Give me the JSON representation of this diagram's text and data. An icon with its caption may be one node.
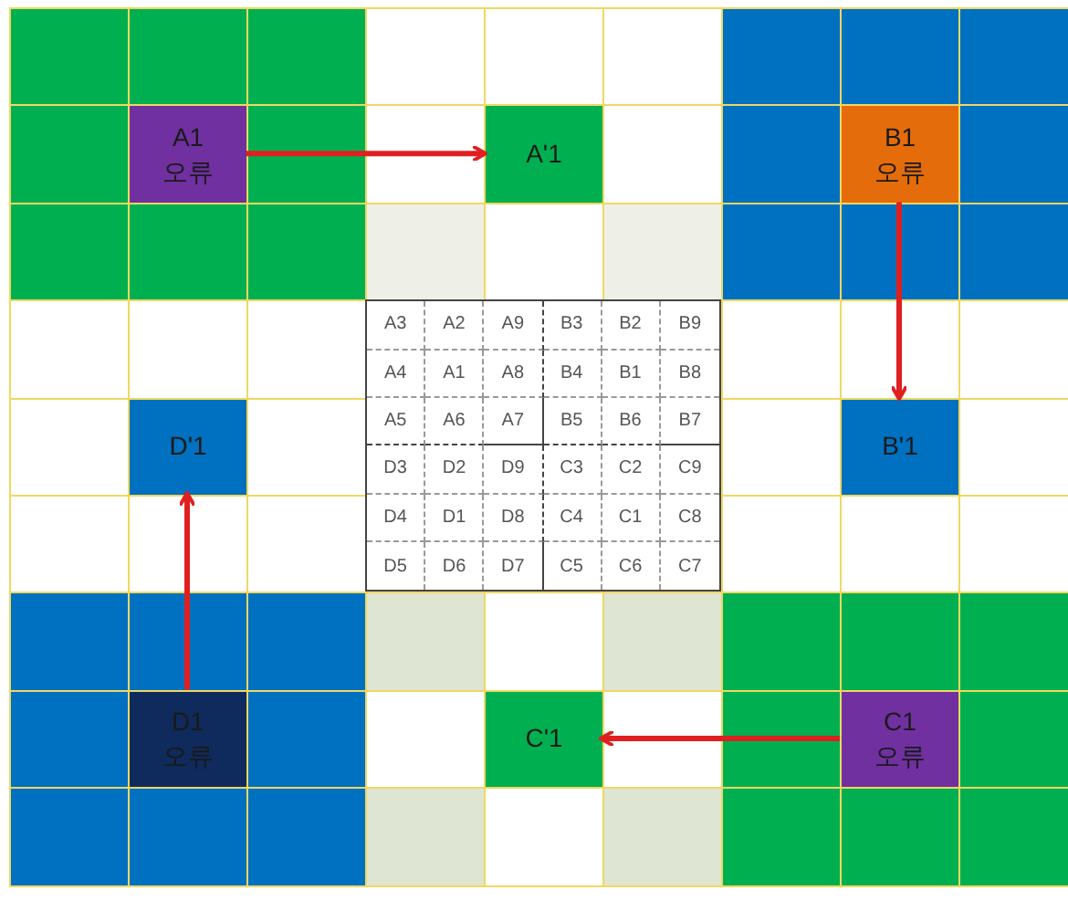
{
  "diagram": {
    "nodes": [
      {
        "text": [
          "A1 오류"
        ]
      },
      {
        "text": [
          "A'1"
        ]
      },
      {
        "text": [
          "B1 오류"
        ]
      },
      {
        "text": [
          "B'1"
        ]
      },
      {
        "text": [
          "D'1"
        ]
      },
      {
        "text": [
          "D1 오류"
        ]
      },
      {
        "text": [
          "C'1"
        ]
      },
      {
        "text": [
          "C1 오류"
        ]
      }
    ],
    "edges": [
      {
        "from": 0,
        "to": 1,
        "arrow": "to"
      },
      {
        "from": 2,
        "to": 3,
        "arrow": "to"
      },
      {
        "from": 5,
        "to": 4,
        "arrow": "to"
      },
      {
        "from": 7,
        "to": 6,
        "arrow": "to"
      }
    ],
    "labels": [
      "A3",
      "A2",
      "A9",
      "B3",
      "B2",
      "B9",
      "A4",
      "A1",
      "A8",
      "B4",
      "B1",
      "B8",
      "A5",
      "A6",
      "A7",
      "B5",
      "B6",
      "B7",
      "D3",
      "D2",
      "D9",
      "C3",
      "C2",
      "C9",
      "D4",
      "D1",
      "D8",
      "C4",
      "C1",
      "C8",
      "D5",
      "D6",
      "D7",
      "C5",
      "C6",
      "C7"
    ]
  }
}
